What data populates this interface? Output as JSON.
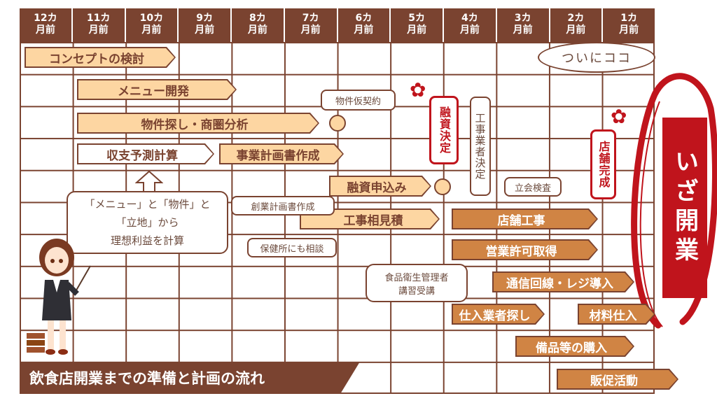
{
  "months": [
    {
      "n": "12カ",
      "m": "月前"
    },
    {
      "n": "11カ",
      "m": "月前"
    },
    {
      "n": "10カ",
      "m": "月前"
    },
    {
      "n": "9カ",
      "m": "月前"
    },
    {
      "n": "8カ",
      "m": "月前"
    },
    {
      "n": "7カ",
      "m": "月前"
    },
    {
      "n": "6カ",
      "m": "月前"
    },
    {
      "n": "5カ",
      "m": "月前"
    },
    {
      "n": "4カ",
      "m": "月前"
    },
    {
      "n": "3カ",
      "m": "月前"
    },
    {
      "n": "2カ",
      "m": "月前"
    },
    {
      "n": "1カ",
      "m": "月前"
    }
  ],
  "tasks": {
    "concept": "コンセプトの検討",
    "menu": "メニュー開発",
    "property": "物件探し・商圏分析",
    "profit": "収支予測計算",
    "bizplan": "事業計画書作成",
    "loan_apply": "融資申込み",
    "quote": "工事相見積",
    "construction": "店舗工事",
    "permit": "営業許可取得",
    "network": "通信回線・レジ導入",
    "supplier": "仕入業者探し",
    "materials": "材料仕入",
    "equipment": "備品等の購入",
    "promo": "販促活動"
  },
  "callouts": {
    "contract": "物件仮契約",
    "loan_ok": "融資決定",
    "contractor": "工事業者決定",
    "inspection": "立会検査",
    "store_done": "店舗完成",
    "finally": "ついにココ",
    "startup_plan": "創業計画書作成",
    "health": "保健所にも相談",
    "hygiene_1": "食品衛生管理者",
    "hygiene_2": "講習受講",
    "note_1a": "「メニュー」と「物件」と",
    "note_2a": "「立地」から",
    "note_3": "理想利益を計算"
  },
  "opening": "いざ開業",
  "title": "飲食店開業までの準備と計画の流れ",
  "colors": {
    "brown": "#7a4330",
    "light": "#fdd6a2",
    "dark": "#d08444",
    "red": "#c0141c"
  }
}
